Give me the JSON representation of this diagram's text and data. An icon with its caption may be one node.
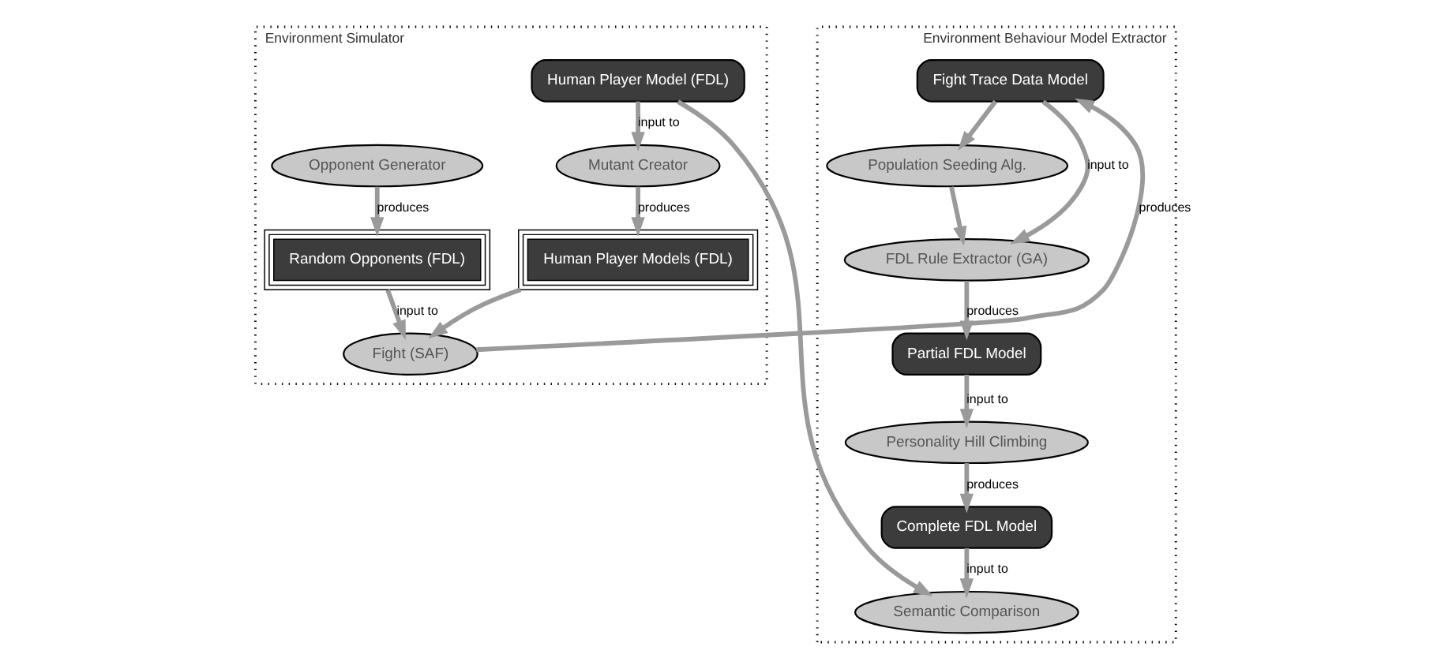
{
  "diagram": {
    "nodes": [
      {
        "text": [
          "Environment Simulator"
        ]
      },
      {
        "text": [
          "Human Player Model (FDL)"
        ],
        "in": 0
      },
      {
        "text": [
          "Opponent Generator"
        ],
        "in": 0
      },
      {
        "text": [
          "Mutant Creator"
        ],
        "in": 0
      },
      {
        "text": [
          "Random Opponents (FDL)"
        ],
        "in": 0
      },
      {
        "text": [
          "Human Player Models (FDL)"
        ],
        "in": 0
      },
      {
        "text": [
          "Fight (SAF)"
        ],
        "in": 0
      },
      {
        "text": [
          "Environment Behaviour Model Extractor"
        ]
      },
      {
        "text": [
          "Fight Trace Data Model"
        ],
        "in": 7
      },
      {
        "text": [
          "Population Seeding Alg."
        ],
        "in": 7
      },
      {
        "text": [
          "FDL Rule Extractor (GA)"
        ],
        "in": 7
      },
      {
        "text": [
          "Partial FDL Model"
        ],
        "in": 7
      },
      {
        "text": [
          "Personality Hill Climbing"
        ],
        "in": 7
      },
      {
        "text": [
          "Semantic Comparison"
        ],
        "in": 7
      },
      {
        "text": [
          "Complete FDL Model"
        ],
        "in": 7
      }
    ],
    "edges": [
      {
        "from": 1,
        "to": 3,
        "arrow": "to",
        "label": "input to"
      },
      {
        "from": 2,
        "to": 4,
        "arrow": "to",
        "label": "produces"
      },
      {
        "from": 3,
        "to": 5,
        "arrow": "to",
        "label": "produces"
      },
      {
        "from": 4,
        "to": 6,
        "arrow": "to",
        "label": "input to"
      },
      {
        "from": 5,
        "to": 6,
        "arrow": "to"
      },
      {
        "from": 1,
        "to": 13,
        "arrow": "to"
      },
      {
        "from": 6,
        "to": 8,
        "arrow": "to",
        "label": "produces"
      },
      {
        "from": 8,
        "to": 9,
        "arrow": "to"
      },
      {
        "from": 9,
        "to": 10,
        "arrow": "to"
      },
      {
        "from": 8,
        "to": 10,
        "arrow": "to",
        "label": "input to"
      },
      {
        "from": 10,
        "to": 11,
        "arrow": "to",
        "label": "produces"
      },
      {
        "from": 11,
        "to": 12,
        "arrow": "to",
        "label": "input to"
      },
      {
        "from": 12,
        "to": 14,
        "arrow": "to",
        "label": "produces"
      },
      {
        "from": 14,
        "to": 13,
        "arrow": "to",
        "label": "input to"
      }
    ]
  }
}
